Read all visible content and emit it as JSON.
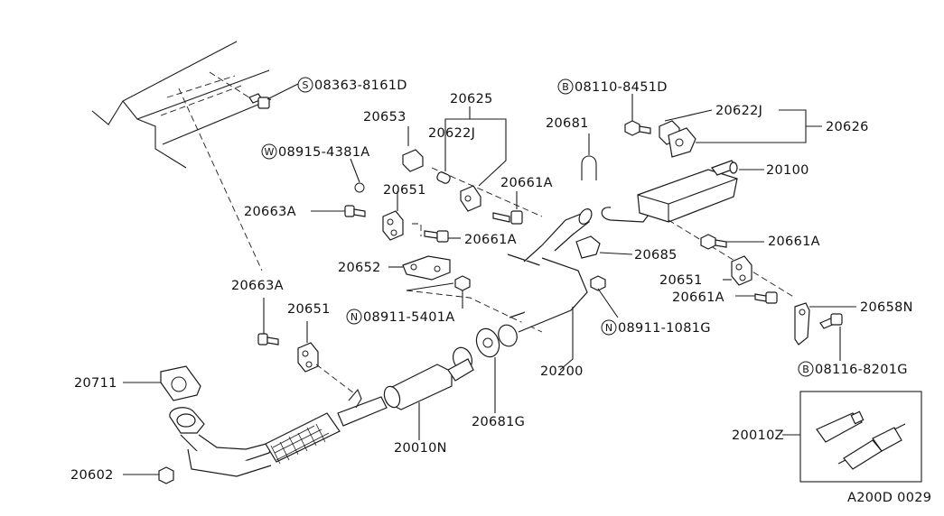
{
  "colors": {
    "ink": "#1a1a1a",
    "paper": "#ffffff"
  },
  "labels": {
    "b1": "08363-8161D",
    "b1_prefix": "S",
    "b2": "08110-8451D",
    "b2_prefix": "B",
    "b3": "08915-4381A",
    "b3_prefix": "W",
    "b4": "08911-5401A",
    "b4_prefix": "N",
    "b5": "08911-1081G",
    "b5_prefix": "N",
    "b6": "08116-8201G",
    "b6_prefix": "B",
    "p20625": "20625",
    "p20653": "20653",
    "p20622J_a": "20622J",
    "p20681": "20681",
    "p20622J_b": "20622J",
    "p20626": "20626",
    "p20100": "20100",
    "p20661A_a": "20661A",
    "p20663A_a": "20663A",
    "p20651_a": "20651",
    "p20661A_b": "20661A",
    "p20685": "20685",
    "p20661A_c": "20661A",
    "p20652": "20652",
    "p20651_b": "20651",
    "p20661A_d": "20661A",
    "p20658N": "20658N",
    "p20663A_b": "20663A",
    "p20651_c": "20651",
    "p20711": "20711",
    "p20200": "20200",
    "p20681G": "20681G",
    "p20010Z": "20010Z",
    "p20010N": "20010N",
    "p20602": "20602",
    "footer": "A200D 0029"
  }
}
